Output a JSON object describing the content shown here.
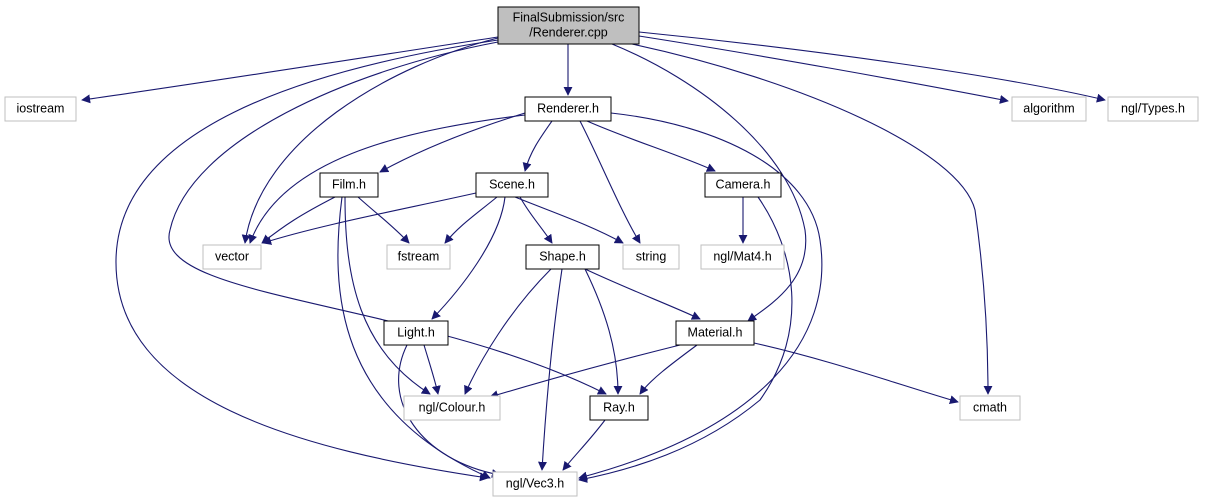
{
  "diagram": {
    "nodes": [
      {
        "id": "renderer_cpp",
        "lines": [
          "FinalSubmission/src",
          "/Renderer.cpp"
        ],
        "kind": "source"
      },
      {
        "id": "iostream",
        "lines": [
          "iostream"
        ],
        "kind": "external"
      },
      {
        "id": "renderer_h",
        "lines": [
          "Renderer.h"
        ],
        "kind": "local"
      },
      {
        "id": "algorithm",
        "lines": [
          "algorithm"
        ],
        "kind": "external"
      },
      {
        "id": "ngl_types",
        "lines": [
          "ngl/Types.h"
        ],
        "kind": "external"
      },
      {
        "id": "film_h",
        "lines": [
          "Film.h"
        ],
        "kind": "local"
      },
      {
        "id": "scene_h",
        "lines": [
          "Scene.h"
        ],
        "kind": "local"
      },
      {
        "id": "camera_h",
        "lines": [
          "Camera.h"
        ],
        "kind": "local"
      },
      {
        "id": "vector",
        "lines": [
          "vector"
        ],
        "kind": "external"
      },
      {
        "id": "fstream",
        "lines": [
          "fstream"
        ],
        "kind": "external"
      },
      {
        "id": "shape_h",
        "lines": [
          "Shape.h"
        ],
        "kind": "local"
      },
      {
        "id": "string",
        "lines": [
          "string"
        ],
        "kind": "external"
      },
      {
        "id": "ngl_mat4",
        "lines": [
          "ngl/Mat4.h"
        ],
        "kind": "external"
      },
      {
        "id": "light_h",
        "lines": [
          "Light.h"
        ],
        "kind": "local"
      },
      {
        "id": "material_h",
        "lines": [
          "Material.h"
        ],
        "kind": "local"
      },
      {
        "id": "ngl_colour",
        "lines": [
          "ngl/Colour.h"
        ],
        "kind": "external"
      },
      {
        "id": "ray_h",
        "lines": [
          "Ray.h"
        ],
        "kind": "local"
      },
      {
        "id": "cmath",
        "lines": [
          "cmath"
        ],
        "kind": "external"
      },
      {
        "id": "ngl_vec3",
        "lines": [
          "ngl/Vec3.h"
        ],
        "kind": "external"
      }
    ],
    "edges": [
      [
        "renderer_cpp",
        "iostream"
      ],
      [
        "renderer_cpp",
        "renderer_h"
      ],
      [
        "renderer_cpp",
        "algorithm"
      ],
      [
        "renderer_cpp",
        "ngl_types"
      ],
      [
        "renderer_cpp",
        "vector"
      ],
      [
        "renderer_cpp",
        "material_h"
      ],
      [
        "renderer_cpp",
        "ray_h"
      ],
      [
        "renderer_cpp",
        "ngl_vec3"
      ],
      [
        "renderer_cpp",
        "cmath"
      ],
      [
        "renderer_h",
        "film_h"
      ],
      [
        "renderer_h",
        "scene_h"
      ],
      [
        "renderer_h",
        "camera_h"
      ],
      [
        "renderer_h",
        "vector"
      ],
      [
        "renderer_h",
        "string"
      ],
      [
        "renderer_h",
        "ngl_vec3"
      ],
      [
        "film_h",
        "vector"
      ],
      [
        "film_h",
        "fstream"
      ],
      [
        "film_h",
        "ngl_colour"
      ],
      [
        "film_h",
        "ngl_vec3"
      ],
      [
        "scene_h",
        "vector"
      ],
      [
        "scene_h",
        "fstream"
      ],
      [
        "scene_h",
        "string"
      ],
      [
        "scene_h",
        "shape_h"
      ],
      [
        "scene_h",
        "light_h"
      ],
      [
        "camera_h",
        "ngl_mat4"
      ],
      [
        "camera_h",
        "ngl_vec3"
      ],
      [
        "shape_h",
        "material_h"
      ],
      [
        "shape_h",
        "ray_h"
      ],
      [
        "shape_h",
        "ngl_colour"
      ],
      [
        "shape_h",
        "ngl_vec3"
      ],
      [
        "light_h",
        "ngl_colour"
      ],
      [
        "light_h",
        "ngl_vec3"
      ],
      [
        "material_h",
        "ngl_colour"
      ],
      [
        "material_h",
        "ray_h"
      ],
      [
        "material_h",
        "cmath"
      ],
      [
        "ray_h",
        "ngl_vec3"
      ]
    ],
    "colors": {
      "edge": "#191970",
      "source_fill": "#bfbfbf",
      "local_border": "#000000",
      "external_border": "#bfbfbf"
    }
  }
}
